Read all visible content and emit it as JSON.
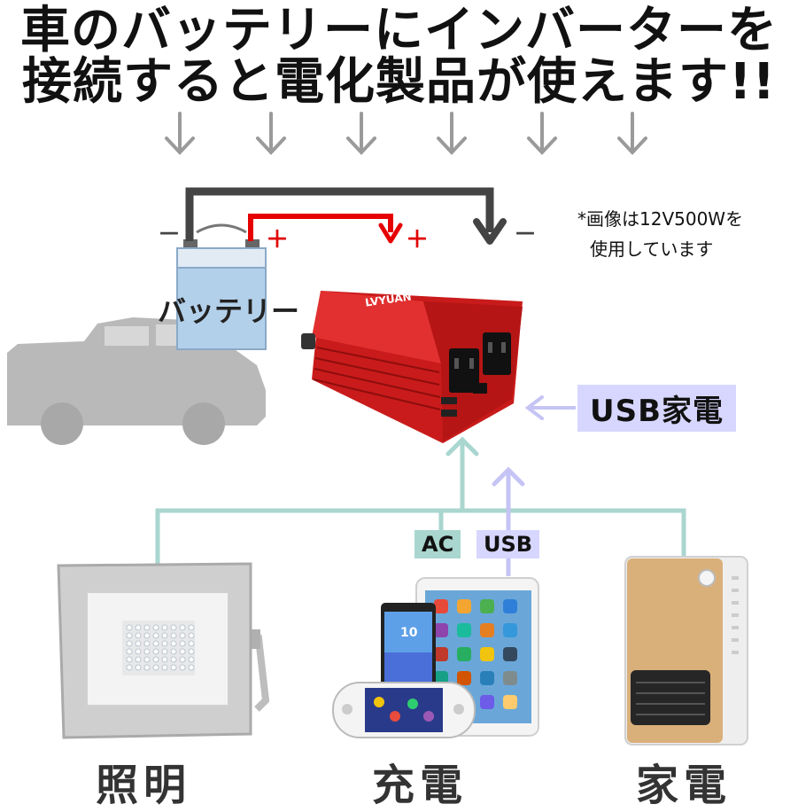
{
  "headline": {
    "line1": "車のバッテリーにインバーターを",
    "line2": "接続すると電化製品が使えます!!"
  },
  "note": {
    "line1": "*画像は12V500Wを",
    "line2": "使用しています"
  },
  "wiring": {
    "minus_left": "－",
    "plus_left": "＋",
    "plus_right": "＋",
    "minus_right": "－"
  },
  "battery": {
    "label": "バッテリー"
  },
  "inverter": {
    "brand": "LVYUAN"
  },
  "usb_appliance": {
    "label": "USB家電"
  },
  "tags": {
    "ac": "AC",
    "usb": "USB"
  },
  "tablet": {
    "app_colors": [
      "#e84a3a",
      "#f3a531",
      "#4caf50",
      "#2f7fd8",
      "#8e44ad",
      "#1abc9c",
      "#e67e22",
      "#3498db",
      "#c0392b",
      "#27ae60",
      "#f1c40f",
      "#34495e",
      "#16a085",
      "#d35400",
      "#2980b9",
      "#7f8c8d",
      "#e84393",
      "#00b894",
      "#6c5ce7",
      "#fdcb6e"
    ]
  },
  "phone": {
    "clock": "10"
  },
  "captions": {
    "light": "照明",
    "charge": "充電",
    "appliance": "家電"
  },
  "colors": {
    "red_wire": "#e60000",
    "black_wire": "#444444",
    "teal_wire": "#a9d6cf",
    "usb_wire": "#c5c4f5",
    "inverter_red": "#d62020",
    "arrow_gray": "#9a9a9a",
    "car_gray": "#b9b9b9",
    "battery_blue": "#b3d0ea"
  }
}
